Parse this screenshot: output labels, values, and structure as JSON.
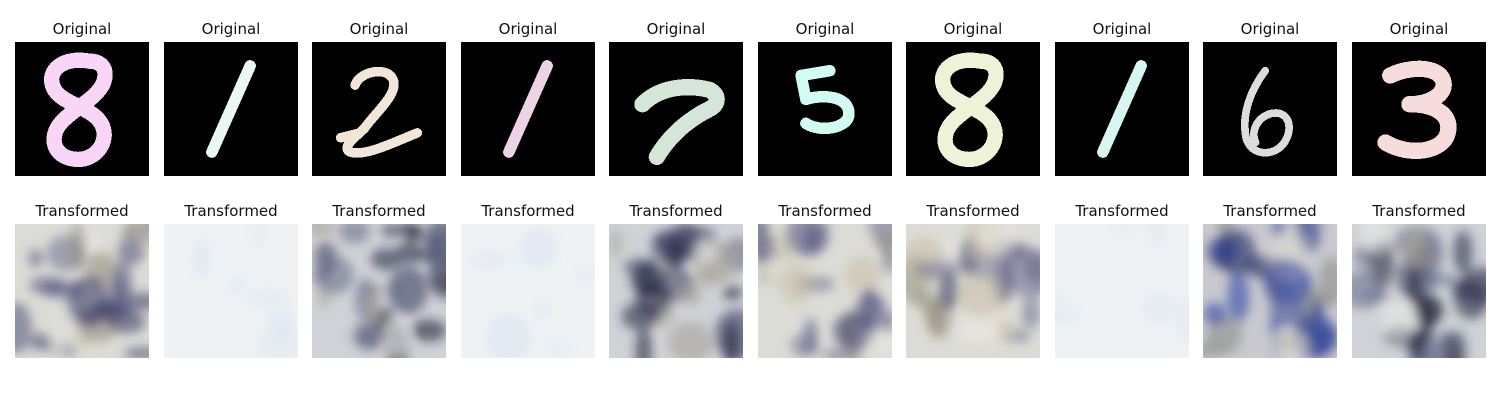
{
  "figure": {
    "rows": [
      {
        "title": "Original",
        "panels": [
          {
            "digit": "8",
            "stroke": "#f9d6f7"
          },
          {
            "digit": "1",
            "stroke": "#e9f8f1"
          },
          {
            "digit": "2",
            "stroke": "#f1e6d7"
          },
          {
            "digit": "1",
            "stroke": "#ecd3e6"
          },
          {
            "digit": "7",
            "stroke": "#d5e6d9"
          },
          {
            "digit": "5",
            "stroke": "#d2fbf2"
          },
          {
            "digit": "8",
            "stroke": "#eef2d7"
          },
          {
            "digit": "1",
            "stroke": "#d7f5f1"
          },
          {
            "digit": "6",
            "stroke": "#dcdcdc"
          },
          {
            "digit": "3",
            "stroke": "#f7dcdc"
          }
        ]
      },
      {
        "title": "Transformed",
        "panels": [
          {
            "style": "busy"
          },
          {
            "style": "faint"
          },
          {
            "style": "dark"
          },
          {
            "style": "faint"
          },
          {
            "style": "dark"
          },
          {
            "style": "busy"
          },
          {
            "style": "busy"
          },
          {
            "style": "faint"
          },
          {
            "style": "blue"
          },
          {
            "style": "dark"
          }
        ]
      }
    ]
  }
}
